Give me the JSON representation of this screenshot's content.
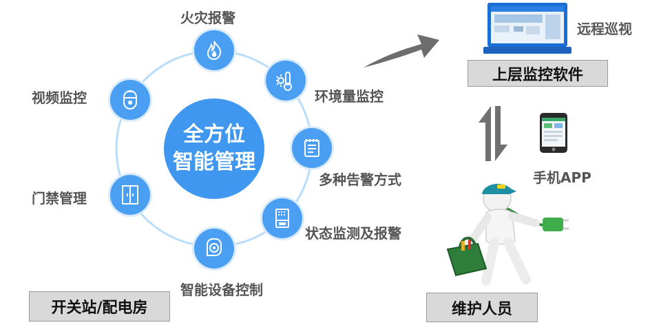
{
  "center": {
    "line1": "全方位",
    "line2": "智能管理"
  },
  "nodes": {
    "fire": "火灾报警",
    "env": "环境量监控",
    "alarm_modes": "多种告警方式",
    "status": "状态监测及报警",
    "device_control": "智能设备控制",
    "access": "门禁管理",
    "video": "视频监控"
  },
  "bottom_left_box": "开关站/配电房",
  "remote_label": "远程巡视",
  "upper_software_box": "上层监控软件",
  "phone_label": "手机APP",
  "maintenance_box": "维护人员",
  "colors": {
    "node_blue": "#4a9ff2",
    "center_blue": "#3f97f0",
    "ring": "#b9dcfb",
    "label_gray": "#555555",
    "box_fill": "#d9d9d9"
  },
  "icons": [
    "fire-icon",
    "thermometer-icon",
    "notepad-icon",
    "cabinet-icon",
    "fan-icon",
    "door-icon",
    "dome-camera-icon",
    "laptop-icon",
    "smartphone-icon",
    "arrow-up-down-icon",
    "worker-icon"
  ]
}
